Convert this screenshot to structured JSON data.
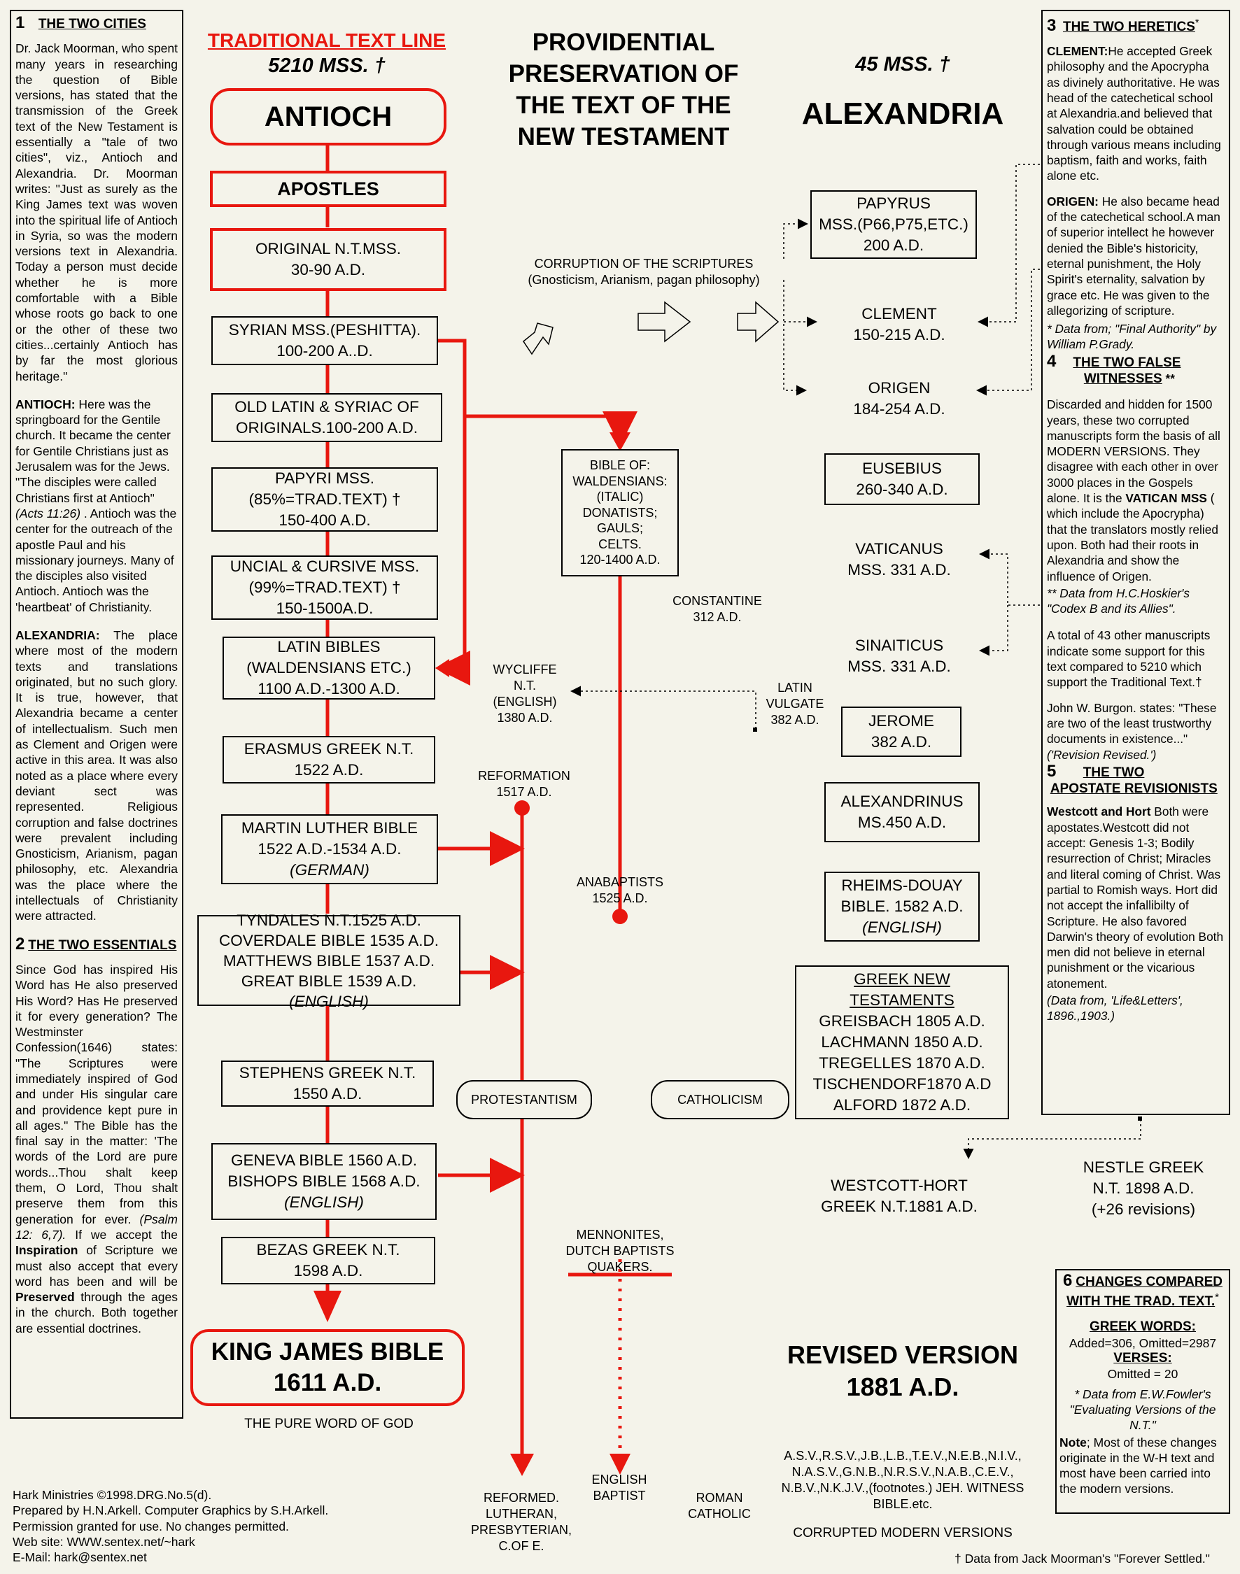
{
  "title": [
    "PROVIDENTIAL",
    "PRESERVATION OF",
    "THE TEXT OF THE",
    "NEW TESTAMENT"
  ],
  "traditional": {
    "heading": "TRADITIONAL TEXT LINE",
    "mss": "5210 MSS. †",
    "antioch": "ANTIOCH",
    "apostles": "APOSTLES",
    "original": [
      "ORIGINAL N.T.MSS.",
      "30-90 A.D."
    ],
    "syrian": [
      "SYRIAN MSS.(PESHITTA).",
      "100-200 A..D."
    ],
    "old_latin": [
      "OLD LATIN & SYRIAC OF",
      "ORIGINALS.100-200 A.D."
    ],
    "papyri": [
      "PAPYRI MSS.",
      "(85%=TRAD.TEXT) †",
      "150-400 A.D."
    ],
    "uncial": [
      "UNCIAL & CURSIVE MSS.",
      "(99%=TRAD.TEXT)  †",
      "150-1500A.D."
    ],
    "latin_bibles": [
      "LATIN BIBLES",
      "(WALDENSIANS ETC.)",
      "1100 A.D.-1300 A.D."
    ],
    "erasmus": [
      "ERASMUS GREEK N.T.",
      "1522 A.D."
    ],
    "luther": [
      "MARTIN LUTHER BIBLE",
      "1522 A.D.-1534 A.D.",
      "(GERMAN)"
    ],
    "tyndale": [
      "TYNDALES N.T.1525 A.D.",
      "COVERDALE BIBLE 1535 A.D.",
      "MATTHEWS BIBLE 1537 A.D.",
      "GREAT BIBLE 1539 A.D.",
      "(ENGLISH)"
    ],
    "stephens": [
      "STEPHENS GREEK N.T.",
      "1550 A.D."
    ],
    "geneva": [
      "GENEVA BIBLE 1560 A.D.",
      "BISHOPS BIBLE 1568 A.D.",
      "(ENGLISH)"
    ],
    "bezas": [
      "BEZAS GREEK N.T.",
      "1598 A.D."
    ],
    "kjv": [
      "KING JAMES BIBLE",
      "1611 A.D."
    ],
    "pure": "THE PURE WORD OF GOD"
  },
  "middle": {
    "corruption": [
      "CORRUPTION OF THE SCRIPTURES",
      "(Gnosticism, Arianism, pagan philosophy)"
    ],
    "waldensians": [
      "BIBLE OF:",
      "WALDENSIANS:",
      "(ITALIC)",
      "DONATISTS;",
      "GAULS;",
      "CELTS.",
      "120-1400 A.D."
    ],
    "constantine": [
      "CONSTANTINE",
      "312 A.D."
    ],
    "wycliffe": [
      "WYCLIFFE",
      "N.T.",
      "(ENGLISH)",
      "1380 A.D."
    ],
    "latin_vulgate": [
      "LATIN",
      "VULGATE",
      "382 A.D."
    ],
    "reformation": [
      "REFORMATION",
      "1517 A.D."
    ],
    "anabaptists": [
      "ANABAPTISTS",
      "1525 A.D."
    ],
    "protestantism": "PROTESTANTISM",
    "catholicism": "CATHOLICISM",
    "mennonites": [
      "MENNONITES,",
      "DUTCH BAPTISTS",
      "QUAKERS."
    ],
    "reformed": [
      "REFORMED.",
      "LUTHERAN,",
      "PRESBYTERIAN,",
      "C.OF E."
    ],
    "english_baptist": [
      "ENGLISH",
      "BAPTIST"
    ],
    "roman_catholic": [
      "ROMAN",
      "CATHOLIC"
    ]
  },
  "alexandria": {
    "mss": "45 MSS. †",
    "name": "ALEXANDRIA",
    "papyrus": [
      "PAPYRUS",
      "MSS.(P66,P75,ETC.)",
      "200  A.D."
    ],
    "clement": [
      "CLEMENT",
      "150-215 A.D."
    ],
    "origen": [
      "ORIGEN",
      "184-254 A.D."
    ],
    "eusebius": [
      "EUSEBIUS",
      "260-340 A.D."
    ],
    "vaticanus": [
      "VATICANUS",
      "MSS. 331 A.D."
    ],
    "sinaiticus": [
      "SINAITICUS",
      "MSS. 331 A.D."
    ],
    "jerome": [
      "JEROME",
      "382 A.D."
    ],
    "alexandrinus": [
      "ALEXANDRINUS",
      "MS.450 A.D."
    ],
    "rheims": [
      "RHEIMS-DOUAY",
      "BIBLE. 1582 A.D.",
      "(ENGLISH)"
    ],
    "greek_nt": [
      "GREEK NEW",
      "TESTAMENTS",
      "GREISBACH 1805 A.D.",
      "LACHMANN  1850 A.D.",
      "TREGELLES 1870 A.D.",
      "TISCHENDORF1870 A.D",
      "ALFORD 1872 A.D."
    ],
    "westcott": [
      "WESTCOTT-HORT",
      "GREEK N.T.1881 A.D."
    ],
    "nestle": [
      "NESTLE GREEK",
      "N.T. 1898 A.D.",
      "(+26 revisions)"
    ],
    "revised": [
      "REVISED VERSION",
      "1881 A.D."
    ],
    "versions": [
      "A.S.V.,R.S.V.,J.B.,L.B.,T.E.V.,N.E.B.,N.I.V.,",
      "N.A.S.V.,G.N.B.,N.R.S.V.,N.A.B.,C.E.V.,",
      "N.B.V.,N.K.J.V.,(footnotes.) JEH. WITNESS",
      "BIBLE.etc."
    ],
    "corrupted": "CORRUPTED MODERN VERSIONS"
  },
  "left": {
    "s1_num": "1",
    "s1_title": "THE TWO CITIES",
    "s1_intro": "Dr. Jack Moorman, who spent many years in researching the question of Bible versions, has stated that the transmission of the Greek text of the New Testament is essentially a \"tale of two cities\", viz., Antioch and Alexandria. Dr. Moorman writes: \"Just as surely as the King James text was woven into the spiritual life of Antioch in Syria, so was the modern versions text in Alexandria. Today a person must decide whether he is more comfortable with a Bible whose roots go back to one or the other of these two cities...certainly Antioch has by far the most glorious heritage.\"",
    "antioch_label": "ANTIOCH:",
    "antioch_text1": " Here was the springboard for the Gentile church. It became the center for Gentile Christians just as Jerusalem was for the Jews. \"The disciples were called Christians first at Antioch\"",
    "antioch_ref": "(Acts 11:26)",
    "antioch_text2": " . Antioch was the center for the outreach of the apostle Paul and his missionary journeys. Many of the disciples also visited Antioch. Antioch was the 'heartbeat' of Christianity.",
    "alex_label": "ALEXANDRIA:",
    "alex_text": " The place where most of the modern texts and translations originated, but no such glory. It is true, however, that Alexandria became a center of intellectualism. Such men as Clement and Origen were active in this area. It was also noted as a place where every deviant sect was represented. Religious corruption and false doctrines were prevalent including Gnosticism, Arianism, pagan philosophy, etc. Alexandria was the place where the intellectuals of Christianity were attracted.",
    "s2_num": "2",
    "s2_title": "THE TWO ESSENTIALS",
    "s2_text1": "Since God has inspired His Word has He also preserved His Word? Has He preserved it for every generation? The Westminster Confession(1646) states: \"The Scriptures were immediately inspired of God and under His singular care and providence kept pure in all ages.\" The Bible has the final say in the matter: 'The words of the Lord are pure words...Thou shalt keep them, O Lord, Thou shalt preserve them from this generation for ever.",
    "s2_ref": "(Psalm 12: 6,7).",
    "s2_text2a": "If we accept the ",
    "s2_inspiration": "Inspiration",
    "s2_text2b": " of Scripture we must also accept that every word has been and will be ",
    "s2_preserved": "Preserved",
    "s2_text2c": " through the ages in the church. Both together are essential doctrines."
  },
  "right": {
    "s3_num": "3",
    "s3_title": "THE TWO  HERETICS",
    "s3_star": "*",
    "clement_label": "CLEMENT:",
    "clement_text": "He accepted Greek philosophy and the Apocrypha as divinely authoritative. He was head of the catechetical school at Alexandria.and believed that salvation could be obtained through various means including baptism, faith and works, faith alone etc.",
    "origen_label": "ORIGEN:",
    "origen_text": " He also became head of the catechetical school.A man of superior intellect he however denied the Bible's historicity, eternal punishment, the Holy Spirit's eternality, salvation by grace etc. He was given to the allegorizing of scripture.",
    "s3_data": "*  Data from; \"Final Authority\" by William P.Grady.",
    "s4_num": "4",
    "s4_title1": "THE TWO FALSE",
    "s4_title2": "WITNESSES",
    "s4_stars": "**",
    "s4_text1": "Discarded and hidden for 1500 years, these two corrupted manuscripts form the basis of all MODERN VERSIONS. They disagree with each other in over 3000 places in the Gospels alone. It is the ",
    "s4_vatican": "VATICAN MSS",
    "s4_text2": " ( which include the Apocrypha) that the translators mostly relied upon. Both had their roots in Alexandria and show the influence of Origen.",
    "s4_data": "**  Data from H.C.Hoskier's \"Codex B and its Allies\".",
    "s4_total": "A total of 43 other manuscripts indicate some support for this text compared to  5210 which support the Traditional Text.†",
    "s4_burgon": "John W. Burgon. states: \"These are two of the least trustworthy documents in existence...\"",
    "s4_burgon_ref": "('Revision Revised.')",
    "s5_num": "5",
    "s5_title1": "THE TWO",
    "s5_title2": "APOSTATE REVISIONISTS",
    "s5_label": "Westcott and Hort",
    "s5_text": " Both were apostates.Westcott did not accept: Genesis 1-3; Bodily resurrection of Christ; Miracles and literal coming of Christ. Was partial to Romish ways. Hort did not accept the infallibilty of Scripture. He also favored Darwin's theory of evolution Both men did not believe in eternal punishment or the vicarious atonement.",
    "s5_data": "(Data from, 'Life&Letters', 1896.,1903.)",
    "s6_num": "6",
    "s6_title1": "CHANGES COMPARED",
    "s6_title2": "WITH THE TRAD. TEXT.",
    "s6_star": "*",
    "s6_greek": "GREEK WORDS:",
    "s6_added": "Added=306, Omitted=2987",
    "s6_verses": "VERSES:",
    "s6_omitted": "Omitted = 20",
    "s6_data": "*  Data from E.W.Fowler's \"Evaluating Versions of the N.T.\"",
    "s6_note_label": "Note",
    "s6_note": "; Most of these changes originate in the W-H text and most have been carried into the modern versions."
  },
  "footer": {
    "lines": [
      "Hark Ministries ©1998.DRG.No.5(d).",
      "Prepared by H.N.Arkell. Computer Graphics by S.H.Arkell.",
      "Permission granted for use.  No changes permitted.",
      "Web site: WWW.sentex.net/~hark",
      "E-Mail: hark@sentex.net"
    ],
    "source": "† Data from Jack Moorman's \"Forever Settled.\""
  },
  "colors": {
    "red": "#e8170f",
    "background": "#f4f3ea"
  }
}
